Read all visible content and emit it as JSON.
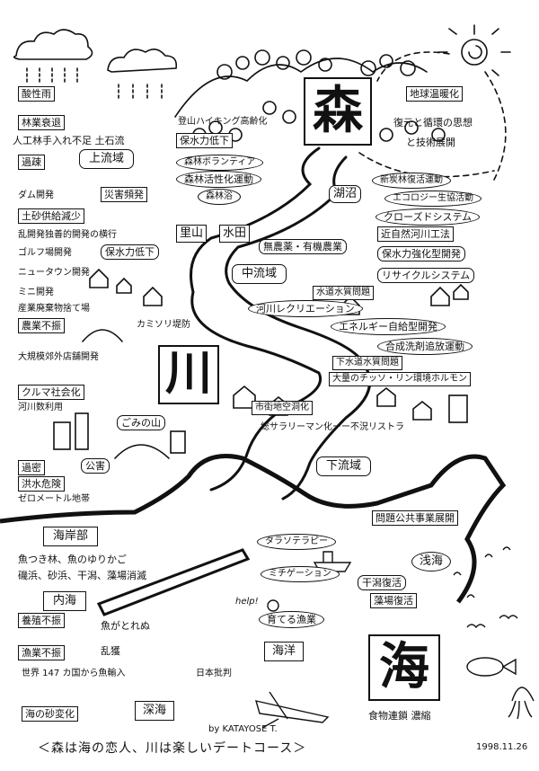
{
  "kanji": {
    "mori": "森",
    "kawa": "川",
    "umi": "海"
  },
  "labels": {
    "sanseiu": "酸性雨",
    "chikyu_ondanka": "地球温暖化",
    "ringyo_suitai": "林業衰退",
    "tozan": "登山ハイキング高齢化",
    "fukugen": "復元と循環の思想",
    "gijutsu": "と技術展開",
    "jinkorin": "人工林手入れ不足 土石流",
    "hosui_teika1": "保水力低下",
    "kaso": "過疎",
    "joryuiki": "上流域",
    "shinrin_vol": "森林ボランティア",
    "shinrin_kassei": "森林活性化運動",
    "shintanrin": "新炭林復活運動",
    "dam": "ダム開発",
    "saigai": "災害頻発",
    "shinrinyoku": "森林浴",
    "konsho": "湖沼",
    "ecology": "エコロジー生協活動",
    "dosha": "土砂供給減少",
    "closed": "クローズドシステム",
    "ranbetsu": "乱開発独善的開発の横行",
    "satoyama": "里山",
    "suiden": "水田",
    "kinshizen": "近自然河川工法",
    "golf": "ゴルフ場開発",
    "hosui_teika2": "保水力低下",
    "munoyaku": "無農薬・有機農業",
    "hosui_kyoka": "保水力強化型開発",
    "newtown": "ニュータウン開発",
    "churyuiki": "中流域",
    "recycle": "リサイクルシステム",
    "minikaihatsu": "ミニ開発",
    "suido_mondai": "水道水質問題",
    "sangyo_haikibutsu": "産業廃棄物捨て場",
    "kasen_rec": "河川レクリエーション",
    "nogyo_fushin": "農業不振",
    "kamisori": "カミソリ堤防",
    "energy": "エネルギー自給型開発",
    "goseisenzai": "合成洗剤追放運動",
    "daikibo": "大規模郊外店舗開発",
    "gesuido": "下水道水質問題",
    "chisso": "大量のチッソ・リン環境ホルモン",
    "kuruma": "クルマ社会化",
    "kasen_riyo": "河川数利用",
    "shigaichi": "市街地空洞化",
    "gomi": "ごみの山",
    "salaryman": "総サラリーマン化ーー不況リストラ",
    "kamitsu": "過密",
    "kogai": "公害",
    "kozui": "洪水危険",
    "karyuiki": "下流域",
    "zero_m": "ゼロメートル地帯",
    "mondai_kokyo": "問題公共事業展開",
    "kaiganbu": "海岸部",
    "thalasso": "タラソテラピー",
    "gyorin": "魚つき林、魚のゆりかご",
    "isohama": "磯浜、砂浜、干潟、藻場消滅",
    "senkai": "浅海",
    "mitigation": "ミチゲーション",
    "higata": "干潟復活",
    "naikai": "内海",
    "moba": "藻場復活",
    "help": "help!",
    "sodateru": "育てる漁業",
    "yoshoku": "養殖不振",
    "sakana_toreru": "魚がとれぬ",
    "gyogyo_fushin": "漁業不振",
    "rankaku": "乱獲",
    "kaiyo": "海洋",
    "sekai": "世界 147 カ国から魚輸入",
    "nihon_hihan": "日本批判",
    "suna_henka": "海の砂変化",
    "shinkai": "深海",
    "byline": "by KATAYOSE T.",
    "shokumotsu": "食物連鎖 濃縮",
    "date": "1998.11.26"
  },
  "caption": "＜森は海の恋人、川は楽しいデートコース＞"
}
